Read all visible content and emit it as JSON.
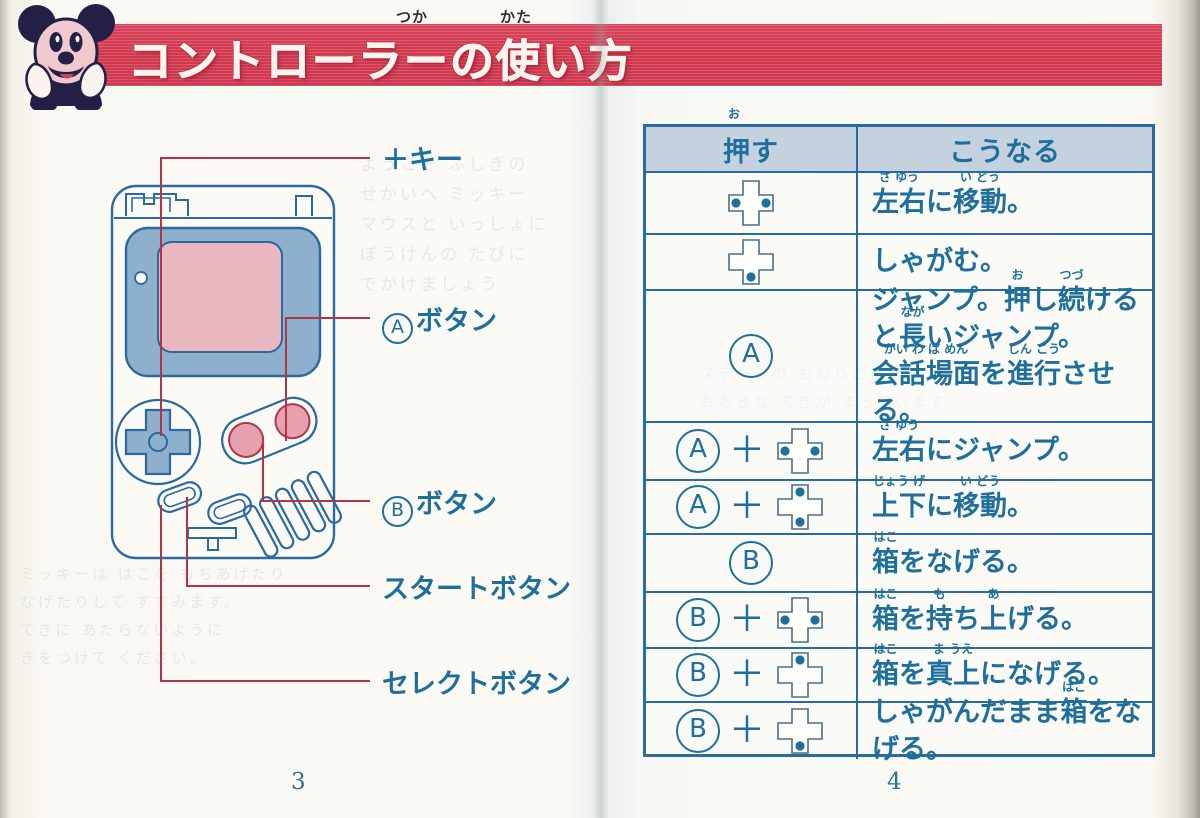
{
  "header": {
    "title": "コントローラーの使い方",
    "furigana": [
      {
        "text": "つか",
        "over": "使"
      },
      {
        "text": "かた",
        "over": "方"
      }
    ],
    "mascot": "mickey-mouse",
    "banner_color": "#d2394f"
  },
  "left_page": {
    "page_number": "3",
    "device": "game-boy",
    "callouts": [
      {
        "id": "dpad",
        "label": "＋キー",
        "button_glyph": ""
      },
      {
        "id": "a",
        "label": "ボタン",
        "button_glyph": "A"
      },
      {
        "id": "b",
        "label": "ボタン",
        "button_glyph": "B"
      },
      {
        "id": "start",
        "label": "スタートボタン",
        "button_glyph": ""
      },
      {
        "id": "select",
        "label": "セレクトボタン",
        "button_glyph": ""
      }
    ]
  },
  "right_page": {
    "page_number": "4",
    "table": {
      "headers": [
        {
          "text": "押す",
          "furigana": "お"
        },
        {
          "text": "こうなる",
          "furigana": ""
        }
      ],
      "rows": [
        {
          "input": {
            "buttons": [],
            "dpad": {
              "up": false,
              "down": false,
              "left": true,
              "right": true
            }
          },
          "result_lines": [
            [
              {
                "t": "左右",
                "f": "さ ゆう"
              },
              {
                "t": "に",
                "f": ""
              },
              {
                "t": "移動",
                "f": "い どう"
              },
              {
                "t": "。",
                "f": ""
              }
            ]
          ]
        },
        {
          "input": {
            "buttons": [],
            "dpad": {
              "up": false,
              "down": true,
              "left": false,
              "right": false
            }
          },
          "result_lines": [
            [
              {
                "t": "しゃがむ。",
                "f": ""
              }
            ]
          ]
        },
        {
          "input": {
            "buttons": [
              "A"
            ],
            "dpad": null
          },
          "result_lines": [
            [
              {
                "t": "ジャンプ。",
                "f": ""
              },
              {
                "t": "押",
                "f": "お"
              },
              {
                "t": "し",
                "f": ""
              },
              {
                "t": "続",
                "f": "つづ"
              },
              {
                "t": "ける",
                "f": ""
              }
            ],
            [
              {
                "t": "と",
                "f": ""
              },
              {
                "t": "長",
                "f": "なが"
              },
              {
                "t": "いジャンプ。",
                "f": ""
              }
            ],
            [
              {
                "t": "会話場面",
                "f": "かい わ ば めん"
              },
              {
                "t": "を",
                "f": ""
              },
              {
                "t": "進行",
                "f": "しん こう"
              },
              {
                "t": "させる。",
                "f": ""
              }
            ]
          ]
        },
        {
          "input": {
            "buttons": [
              "A"
            ],
            "dpad": {
              "up": false,
              "down": false,
              "left": true,
              "right": true
            }
          },
          "result_lines": [
            [
              {
                "t": "左右",
                "f": "さ ゆう"
              },
              {
                "t": "にジャンプ。",
                "f": ""
              }
            ]
          ]
        },
        {
          "input": {
            "buttons": [
              "A"
            ],
            "dpad": {
              "up": true,
              "down": true,
              "left": false,
              "right": false
            }
          },
          "result_lines": [
            [
              {
                "t": "上下",
                "f": "じょう げ"
              },
              {
                "t": "に",
                "f": ""
              },
              {
                "t": "移動",
                "f": "い どう"
              },
              {
                "t": "。",
                "f": ""
              }
            ]
          ]
        },
        {
          "input": {
            "buttons": [
              "B"
            ],
            "dpad": null
          },
          "result_lines": [
            [
              {
                "t": "箱",
                "f": "はこ"
              },
              {
                "t": "をなげる。",
                "f": ""
              }
            ]
          ]
        },
        {
          "input": {
            "buttons": [
              "B"
            ],
            "dpad": {
              "up": false,
              "down": false,
              "left": true,
              "right": true
            }
          },
          "result_lines": [
            [
              {
                "t": "箱",
                "f": "はこ"
              },
              {
                "t": "を",
                "f": ""
              },
              {
                "t": "持",
                "f": "も"
              },
              {
                "t": "ち",
                "f": ""
              },
              {
                "t": "上",
                "f": "あ"
              },
              {
                "t": "げる。",
                "f": ""
              }
            ]
          ]
        },
        {
          "input": {
            "buttons": [
              "B"
            ],
            "dpad": {
              "up": true,
              "down": false,
              "left": false,
              "right": false
            }
          },
          "result_lines": [
            [
              {
                "t": "箱",
                "f": "はこ"
              },
              {
                "t": "を",
                "f": ""
              },
              {
                "t": "真上",
                "f": "ま うえ"
              },
              {
                "t": "になげる。",
                "f": ""
              }
            ]
          ]
        },
        {
          "input": {
            "buttons": [
              "B"
            ],
            "dpad": {
              "up": false,
              "down": true,
              "left": false,
              "right": false
            }
          },
          "result_lines": [
            [
              {
                "t": "しゃがんだまま",
                "f": ""
              },
              {
                "t": "箱",
                "f": "はこ"
              },
              {
                "t": "をなげる。",
                "f": ""
              }
            ]
          ]
        }
      ]
    }
  },
  "colors": {
    "banner": "#d2394f",
    "ink_blue": "#1f6f9c",
    "table_border": "#2a6aa0",
    "header_fill": "#c3d2de",
    "leader_red": "#b33347",
    "screen_pink": "#e9b8c0",
    "bezel_blue": "#8fb0cc"
  }
}
